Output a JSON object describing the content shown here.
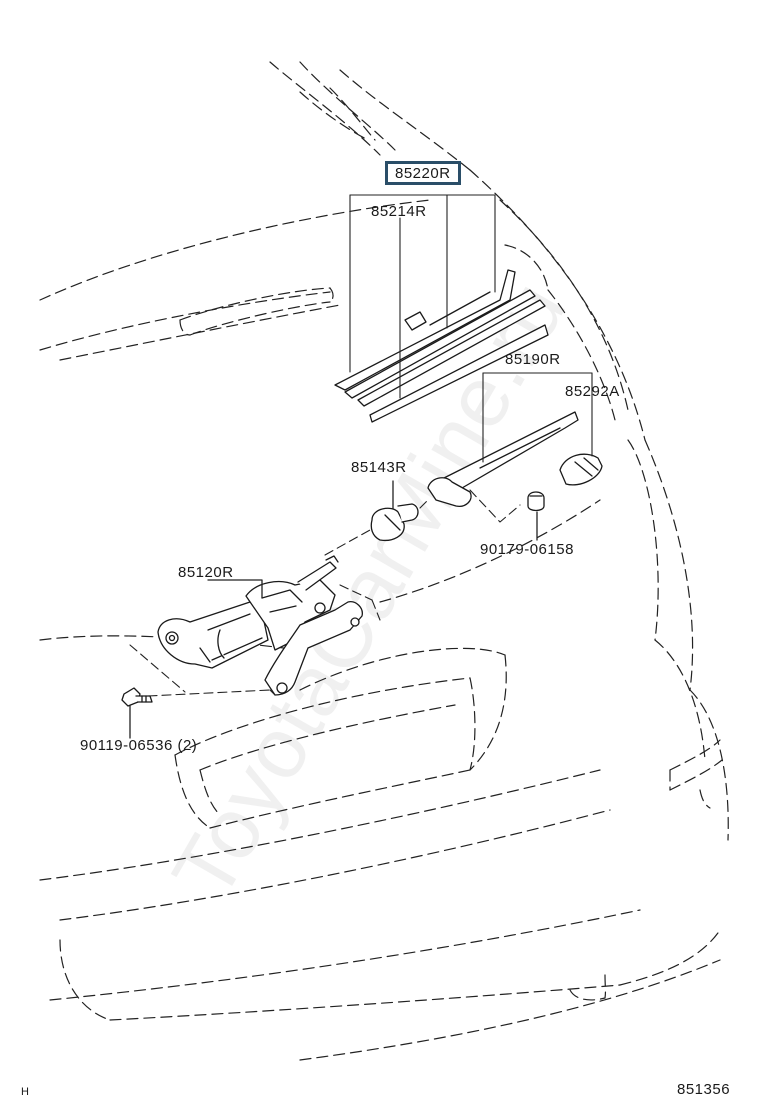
{
  "diagram": {
    "id": "851356",
    "corner_mark": "H",
    "watermark": "ToyotaCarMine.ru",
    "highlight_color": "#2a4e68",
    "parts": [
      {
        "key": "blade_assembly",
        "number": "85220R",
        "highlighted": true
      },
      {
        "key": "blade_rubber",
        "number": "85214R",
        "highlighted": false
      },
      {
        "key": "wiper_arm",
        "number": "85190R",
        "highlighted": false
      },
      {
        "key": "arm_head_cap",
        "number": "85292A",
        "highlighted": false
      },
      {
        "key": "pivot_cap",
        "number": "85143R",
        "highlighted": false
      },
      {
        "key": "nut",
        "number": "90179-06158",
        "highlighted": false
      },
      {
        "key": "wiper_motor",
        "number": "85120R",
        "highlighted": false
      },
      {
        "key": "bolt",
        "number": "90119-06536 (2)",
        "highlighted": false
      }
    ]
  }
}
